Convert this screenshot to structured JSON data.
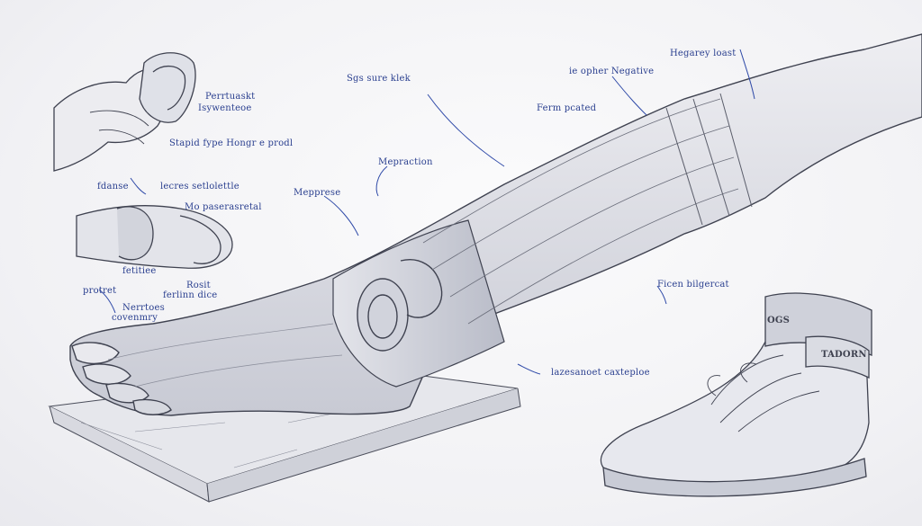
{
  "labels": {
    "sgs_sure_klek": "Sgs sure klek",
    "hegarey_loast": "Hegarey loast",
    "opher_negative": "ie opher Negative",
    "ferm_posted": "Ferm pcated",
    "perrtuaskt": "Perrtuaskt",
    "tywenteoe": "Isywenteoe",
    "stapid_type": "Stapid fype Hongr e prodl",
    "mepraction": "Mepraction",
    "fdanse": "fdanse",
    "lecres_sectlette": "lecres setlolettle",
    "mepresse": "Mepprese",
    "mo_pasesretal": "Mo paserasretal",
    "fetitiee": "fetitiee",
    "protret": "protret",
    "rosit": "Rosit",
    "remlin_dice": "ferlinn dice",
    "nerrtoes": "Nerrtoes",
    "covenmiry": "covenmry",
    "ficen_bilgercat": "Ficen bilgercat",
    "lazasanoet": "lazesanoet caxteploe",
    "shoe_tag_1": "OGS",
    "shoe_tag_2": "TADORN"
  },
  "colors": {
    "ink": "#2a3f8f",
    "pencil": "#4a4d5a",
    "shade": "#c9ccd6"
  }
}
